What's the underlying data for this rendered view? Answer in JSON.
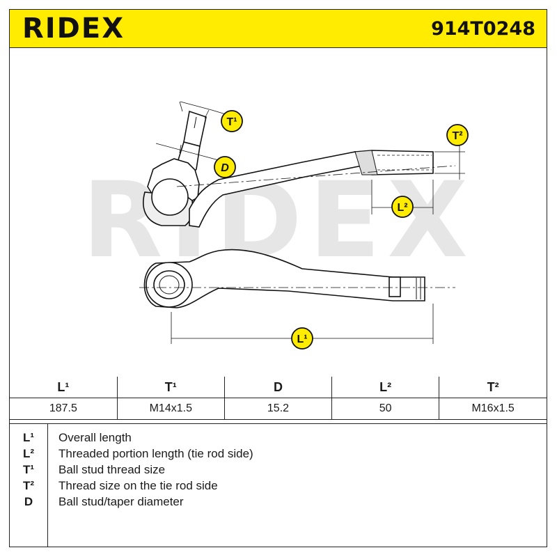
{
  "header": {
    "brand": "RIDEX",
    "part_number": "914T0248",
    "background_color": "#ffec00"
  },
  "drawing": {
    "watermark": "RIDEX",
    "dimension_labels": {
      "t1": "T¹",
      "d": "D",
      "t2": "T²",
      "l2": "L²",
      "l1": "L¹"
    }
  },
  "specs": {
    "headers": [
      "L¹",
      "T¹",
      "D",
      "L²",
      "T²"
    ],
    "values": [
      "187.5",
      "M14x1.5",
      "15.2",
      "50",
      "M16x1.5"
    ]
  },
  "legend": [
    {
      "key": "L¹",
      "text": "Overall length"
    },
    {
      "key": "L²",
      "text": "Threaded portion length (tie rod side)"
    },
    {
      "key": "T¹",
      "text": "Ball stud thread size"
    },
    {
      "key": "T²",
      "text": "Thread size on the tie rod side"
    },
    {
      "key": "D",
      "text": "Ball stud/taper diameter"
    }
  ]
}
